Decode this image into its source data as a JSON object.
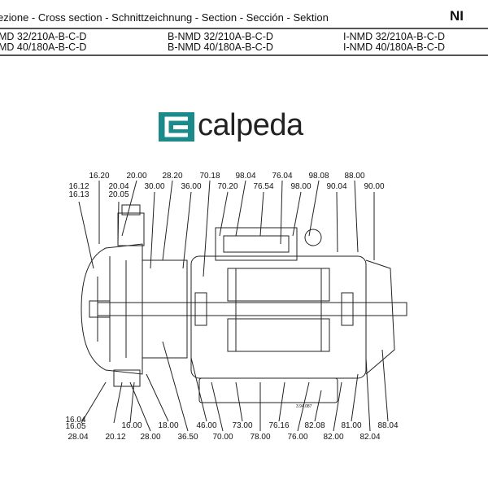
{
  "header": {
    "title": "ezione - Cross section - Schnittzeichnung - Section - Sección - Sektion",
    "code": "NI"
  },
  "models": [
    [
      "MD 32/210A-B-C-D",
      "MD 40/180A-B-C-D"
    ],
    [
      "B-NMD 32/210A-B-C-D",
      "B-NMD 40/180A-B-C-D"
    ],
    [
      "I-NMD 32/210A-B-C-D",
      "I-NMD 40/180A-B-C-D"
    ]
  ],
  "logo": {
    "text": "calpeda",
    "color": "#1a8a8a"
  },
  "drawing_code": "3.94.087",
  "top_labels": [
    "16.20",
    "20.00",
    "28.20",
    "70.18",
    "98.04",
    "76.04",
    "98.08",
    "88.00",
    "16.12",
    "16.13",
    "20.04",
    "20.05",
    "30.00",
    "36.00",
    "70.20",
    "76.54",
    "98.00",
    "90.04",
    "90.00"
  ],
  "bottom_labels": [
    "16.04",
    "16.05",
    "28.04",
    "20.12",
    "16.00",
    "28.00",
    "18.00",
    "36.50",
    "46.00",
    "70.00",
    "73.00",
    "78.00",
    "76.16",
    "76.00",
    "82.08",
    "82.00",
    "81.00",
    "82.04",
    "88.04"
  ]
}
